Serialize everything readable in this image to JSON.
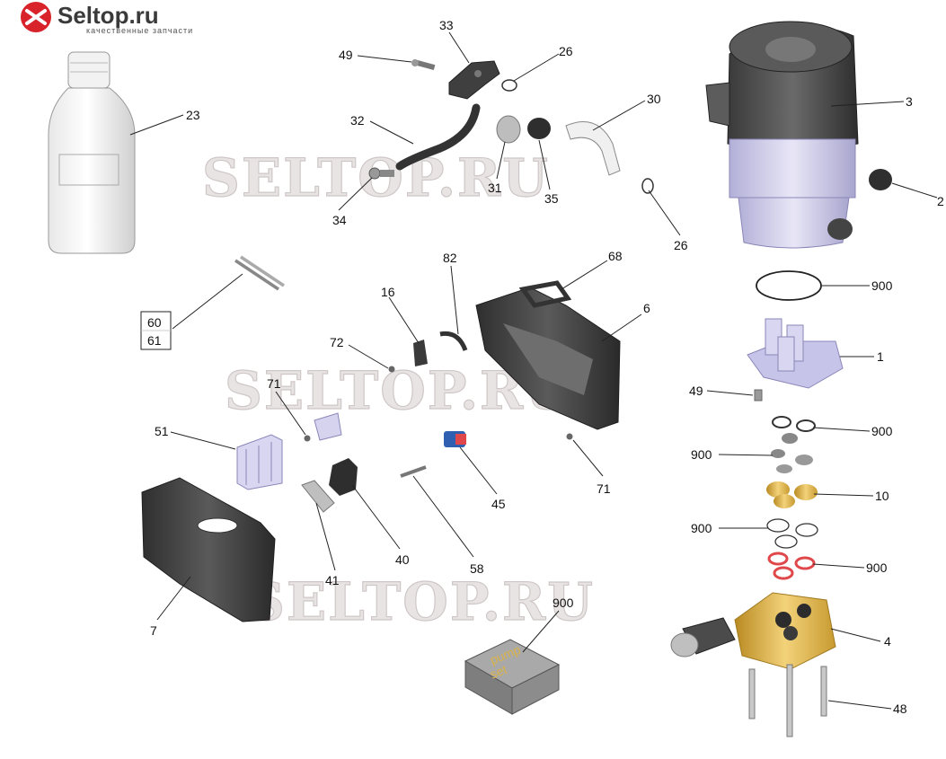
{
  "logo": {
    "brand": "Seltop.ru",
    "tagline": "качественные запчасти"
  },
  "watermarks": [
    "SELTOP.RU",
    "SELTOP.RU",
    "SELTOP.RU"
  ],
  "labels": [
    {
      "id": "l33",
      "text": "33"
    },
    {
      "id": "l49a",
      "text": "49"
    },
    {
      "id": "l26a",
      "text": "26"
    },
    {
      "id": "l30",
      "text": "30"
    },
    {
      "id": "l32",
      "text": "32"
    },
    {
      "id": "l31",
      "text": "31"
    },
    {
      "id": "l35",
      "text": "35"
    },
    {
      "id": "l26b",
      "text": "26"
    },
    {
      "id": "l34",
      "text": "34"
    },
    {
      "id": "l23",
      "text": "23"
    },
    {
      "id": "l3",
      "text": "3"
    },
    {
      "id": "l2",
      "text": "2"
    },
    {
      "id": "l900a",
      "text": "900"
    },
    {
      "id": "l1",
      "text": "1"
    },
    {
      "id": "l49b",
      "text": "49"
    },
    {
      "id": "l900b",
      "text": "900"
    },
    {
      "id": "l900c",
      "text": "900"
    },
    {
      "id": "l10",
      "text": "10"
    },
    {
      "id": "l900d",
      "text": "900"
    },
    {
      "id": "l900e",
      "text": "900"
    },
    {
      "id": "l4",
      "text": "4"
    },
    {
      "id": "l48",
      "text": "48"
    },
    {
      "id": "l82",
      "text": "82"
    },
    {
      "id": "l68",
      "text": "68"
    },
    {
      "id": "l6",
      "text": "6"
    },
    {
      "id": "l16",
      "text": "16"
    },
    {
      "id": "l72",
      "text": "72"
    },
    {
      "id": "l71a",
      "text": "71"
    },
    {
      "id": "l71b",
      "text": "71"
    },
    {
      "id": "l51",
      "text": "51"
    },
    {
      "id": "l45",
      "text": "45"
    },
    {
      "id": "l40",
      "text": "40"
    },
    {
      "id": "l41",
      "text": "41"
    },
    {
      "id": "l58",
      "text": "58"
    },
    {
      "id": "l7",
      "text": "7"
    },
    {
      "id": "l900f",
      "text": "900"
    }
  ],
  "boxed_label": {
    "top": "60",
    "bottom": "61"
  },
  "pump_set_box": {
    "line1": "pump",
    "line2": "set"
  },
  "colors": {
    "motor_dark": "#4a4a4a",
    "motor_fins": "#c9c6e6",
    "brass": "#e5b84a",
    "seal_red": "#e0474a",
    "part_gray": "#8a8a8a",
    "housing_dark": "#3d3d3d",
    "pump_box": "#8e8e8e",
    "pump_box_label": "#d8b24a"
  }
}
